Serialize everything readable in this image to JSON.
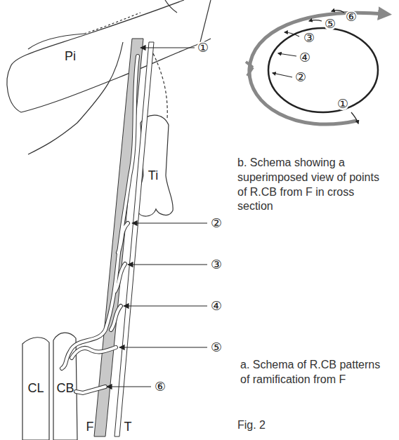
{
  "diagram": {
    "labels": [
      "Pi",
      "Ti",
      "①",
      "②",
      "③",
      "④",
      "⑤",
      "⑥",
      "CL",
      "CB",
      "F",
      "T",
      "③",
      "⑤",
      "⑥",
      "④",
      "②",
      "①",
      "b. Schema showing a superimposed view of points of R.CB from F in cross section",
      "a. Schema of R.CB patterns of ramification from F",
      "Fig. 2"
    ]
  }
}
